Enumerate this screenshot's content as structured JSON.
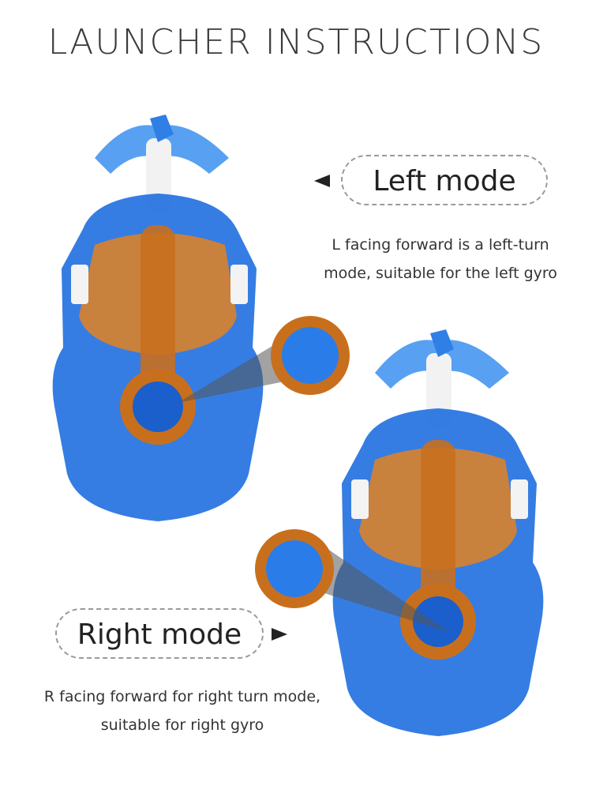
{
  "title": "LAUNCHER INSTRUCTIONS",
  "left_mode": {
    "label": "Left mode",
    "description_line1": "L facing forward is a left-turn",
    "description_line2": "mode, suitable for the left gyro"
  },
  "right_mode": {
    "label": "Right mode",
    "description_line1": "R facing forward for right turn mode,",
    "description_line2": "suitable for right gyro"
  },
  "colors": {
    "launcher_blue": "#1f6fe0",
    "launcher_orange": "#d9822b",
    "text": "#333333"
  },
  "icons": [
    "arrow-left-icon",
    "arrow-right-icon"
  ]
}
